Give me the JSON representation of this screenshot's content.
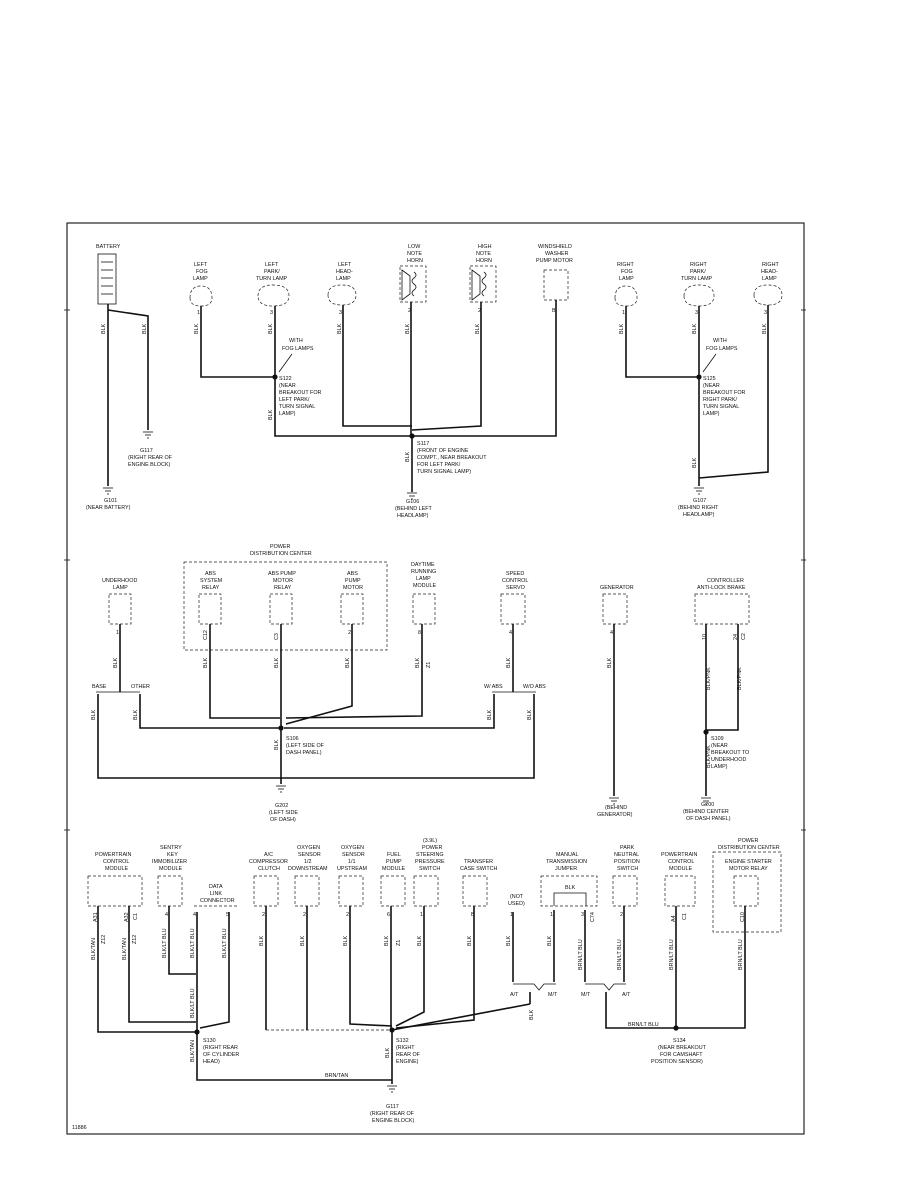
{
  "figure_id": "11886",
  "frame_labels": {
    "top": "",
    "left": "",
    "right": "",
    "bottom": ""
  },
  "top_section": {
    "battery": "BATTERY",
    "battery_cable_left": "BLK",
    "battery_cable_right": "BLK",
    "g117_a": "G117",
    "g117_a_desc_1": "(RIGHT REAR OF",
    "g117_a_desc_2": "ENGINE BLOCK)",
    "g101": "G101",
    "g101_desc": "(NEAR BATTERY)",
    "left_fog_1": "LEFT",
    "left_fog_2": "FOG",
    "left_fog_3": "LAMP",
    "left_fog_pin": "1",
    "left_fog_wire": "BLK",
    "left_park_1": "LEFT",
    "left_park_2": "PARK/",
    "left_park_3": "TURN LAMP",
    "left_park_pin": "3",
    "left_park_wire": "BLK",
    "with_fog_1": "WITH",
    "with_fog_2": "FOG LAMPS",
    "s122": "S122",
    "s122_desc_1": "(NEAR",
    "s122_desc_2": "BREAKOUT FOR",
    "s122_desc_3": "LEFT PARK/",
    "s122_desc_4": "TURN SIGNAL",
    "s122_desc_5": "LAMP)",
    "s122_wire": "BLK",
    "left_head_1": "LEFT",
    "left_head_2": "HEAD-",
    "left_head_3": "LAMP",
    "left_head_pin": "3",
    "left_head_wire": "BLK",
    "low_horn_1": "LOW",
    "low_horn_2": "NOTE",
    "low_horn_3": "HORN",
    "low_horn_pin": "2",
    "low_horn_wire": "BLK",
    "high_horn_1": "HIGH",
    "high_horn_2": "NOTE",
    "high_horn_3": "HORN",
    "high_horn_pin": "2",
    "high_horn_wire": "BLK",
    "washer_1": "WINDSHIELD",
    "washer_2": "WASHER",
    "washer_3": "PUMP MOTOR",
    "washer_pin": "B",
    "s117": "S117",
    "s117_desc_1": "(FRONT OF ENGINE",
    "s117_desc_2": "COMPT., NEAR BREAKOUT",
    "s117_desc_3": "FOR LEFT PARK/",
    "s117_desc_4": "TURN SIGNAL LAMP)",
    "s117_wire": "BLK",
    "g106": "G106",
    "g106_desc_1": "(BEHIND LEFT",
    "g106_desc_2": "HEADLAMP)",
    "right_fog_1": "RIGHT",
    "right_fog_2": "FOG",
    "right_fog_3": "LAMP",
    "right_fog_pin": "1",
    "right_fog_wire": "BLK",
    "right_park_1": "RIGHT",
    "right_park_2": "PARK/",
    "right_park_3": "TURN LAMP",
    "right_park_pin": "3",
    "right_park_wire": "BLK",
    "right_with_fog_1": "WITH",
    "right_with_fog_2": "FOG LAMPS",
    "s125": "S125",
    "s125_desc_1": "(NEAR",
    "s125_desc_2": "BREAKOUT FOR",
    "s125_desc_3": "RIGHT PARK/",
    "s125_desc_4": "TURN SIGNAL",
    "s125_desc_5": "LAMP)",
    "s125_wire": "BLK",
    "right_head_1": "RIGHT",
    "right_head_2": "HEAD-",
    "right_head_3": "LAMP",
    "right_head_pin": "3",
    "right_head_wire": "BLK",
    "g107": "G107",
    "g107_desc_1": "(BEHIND RIGHT",
    "g107_desc_2": "HEADLAMP)"
  },
  "middle_section": {
    "pdc_1": "POWER",
    "pdc_2": "DISTRIBUTION CENTER",
    "underhood_1": "UNDERHOOD",
    "underhood_2": "LAMP",
    "underhood_pin": "1",
    "underhood_wire": "BLK",
    "base": "BASE",
    "other": "OTHER",
    "base_wire": "BLK",
    "other_wire": "BLK",
    "abs_sys_1": "ABS",
    "abs_sys_2": "SYSTEM",
    "abs_sys_3": "RELAY",
    "abs_sys_pin": "C12",
    "abs_sys_wire": "BLK",
    "abs_pump_relay_1": "ABS PUMP",
    "abs_pump_relay_2": "MOTOR",
    "abs_pump_relay_3": "RELAY",
    "abs_pump_relay_pin": "C3",
    "abs_pump_relay_wire": "BLK",
    "abs_pump_motor_1": "ABS",
    "abs_pump_motor_2": "PUMP",
    "abs_pump_motor_3": "MOTOR",
    "abs_pump_motor_pin": "2",
    "abs_pump_motor_wire": "BLK",
    "drl_1": "DAYTIME",
    "drl_2": "RUNNING",
    "drl_3": "LAMP",
    "drl_4": "MODULE",
    "drl_pin": "8",
    "drl_wire": "BLK",
    "drl_circuit": "Z1",
    "speed_1": "SPEED",
    "speed_2": "CONTROL",
    "speed_3": "SERVO",
    "speed_pin": "4",
    "speed_wire": "BLK",
    "w_abs": "W/ ABS",
    "wo_abs": "W/O ABS",
    "w_abs_wire": "BLK",
    "wo_abs_wire": "BLK",
    "s106": "S106",
    "s106_desc_1": "(LEFT SIDE OF",
    "s106_desc_2": "DASH PANEL)",
    "s106_wire": "BLK",
    "g202": "G202",
    "g202_desc_1": "(LEFT SIDE",
    "g202_desc_2": "OF DASH)",
    "generator": "GENERATOR",
    "generator_pin": "4",
    "generator_wire": "BLK",
    "gen_ground_desc_1": "(BEHIND",
    "gen_ground_desc_2": "GENERATOR)",
    "cab_1": "CONTROLLER",
    "cab_2": "ANTI-LOCK BRAKE",
    "cab_pin_a": "10",
    "cab_pin_b": "24",
    "cab_pin_c": "C2",
    "cab_wire_a": "BLK/PNK",
    "cab_wire_b": "BLK/PNK",
    "s109": "S109",
    "s109_desc_1": "(NEAR",
    "s109_desc_2": "BREAKOUT TO",
    "s109_desc_3": "UNDERHOOD",
    "s109_desc_4": "LAMP)",
    "s109_wire": "BLK/PNK",
    "g200": "G200",
    "g200_desc_1": "(BEHIND CENTER",
    "g200_desc_2": "OF DASH PANEL)"
  },
  "bottom_section": {
    "pcm_1": "POWERTRAIN",
    "pcm_2": "CONTROL",
    "pcm_3": "MODULE",
    "pcm_pin_a": "A31",
    "pcm_pin_b": "A32",
    "pcm_pin_c": "C1",
    "pcm_wire_a": "BLK/TAN",
    "pcm_wire_b": "BLK/TAN",
    "pcm_circuit_a": "Z12",
    "pcm_circuit_b": "Z12",
    "skim_1": "SENTRY",
    "skim_2": "KEY",
    "skim_3": "IMMOBILIZER",
    "skim_4": "MODULE",
    "skim_pin": "4",
    "skim_wire": "BLK/LT BLU",
    "dlc_1": "DATA",
    "dlc_2": "LINK",
    "dlc_3": "CONNECTOR",
    "dlc_pin_a": "4",
    "dlc_pin_b": "5",
    "dlc_wire_a": "BLK/LT BLU",
    "dlc_wire_b": "BLK/LT BLU",
    "dlc_wire_c": "BLK/LT BLU",
    "s130": "S130",
    "s130_desc_1": "(RIGHT REAR",
    "s130_desc_2": "OF CYLINDER",
    "s130_desc_3": "HEAD)",
    "s130_wire": "BLK/TAN",
    "ac_1": "A/C",
    "ac_2": "COMPRESSOR",
    "ac_3": "CLUTCH",
    "ac_pin": "2",
    "ac_wire": "BLK",
    "o2_down_1": "OXYGEN",
    "o2_down_2": "SENSOR",
    "o2_down_3": "1/2",
    "o2_down_4": "DOWNSTREAM",
    "o2_down_pin": "2",
    "o2_down_wire": "BLK",
    "o2_up_1": "OXYGEN",
    "o2_up_2": "SENSOR",
    "o2_up_3": "1/1",
    "o2_up_4": "UPSTREAM",
    "o2_up_pin": "2",
    "o2_up_wire": "BLK",
    "fuel_1": "FUEL",
    "fuel_2": "PUMP",
    "fuel_3": "MODULE",
    "fuel_pin": "6",
    "fuel_wire": "BLK",
    "fuel_circuit": "Z1",
    "ps_1": "(3.9L)",
    "ps_2": "POWER",
    "ps_3": "STEERING",
    "ps_4": "PRESSURE",
    "ps_5": "SWITCH",
    "ps_pin": "1",
    "ps_wire": "BLK",
    "transfer_1": "TRANSFER",
    "transfer_2": "CASE SWITCH",
    "transfer_pin": "B",
    "transfer_wire": "BLK",
    "s132": "S132",
    "s132_desc_1": "(RIGHT",
    "s132_desc_2": "REAR OF",
    "s132_desc_3": "ENGINE)",
    "s132_wire": "BLK",
    "g117": "G117",
    "g117_desc_1": "(RIGHT REAR OF",
    "g117_desc_2": "ENGINE BLOCK)",
    "brn_tan": "BRN/TAN",
    "not_used_1": "(NOT",
    "not_used_2": "USED)",
    "not_used_pin": "1",
    "not_used_wire": "BLK",
    "mtj_1": "MANUAL",
    "mtj_2": "TRANSMISSION",
    "mtj_3": "JUMPER",
    "mtj_blk": "BLK",
    "mtj_pin_a": "1",
    "mtj_pin_b": "3",
    "mtj_wire_a": "BLK",
    "mtj_wire_b": "BRN/LT BLU",
    "mtj_circuit": "C74",
    "at_left": "A/T",
    "mt_left": "M/T",
    "mt_right": "M/T",
    "at_right": "A/T",
    "at_wire": "BLK",
    "pnp_1": "PARK",
    "pnp_2": "NEUTRAL",
    "pnp_3": "POSITION",
    "pnp_4": "SWITCH",
    "pnp_pin": "2",
    "pnp_wire": "BRN/LT BLU",
    "pcm2_1": "POWERTRAIN",
    "pcm2_2": "CONTROL",
    "pcm2_3": "MODULE",
    "pcm2_pin_a": "A4",
    "pcm2_pin_b": "C1",
    "pcm2_wire": "BRN/LT BLU",
    "pdc2_1": "POWER",
    "pdc2_2": "DISTRIBUTION CENTER",
    "starter_1": "ENGINE STARTER",
    "starter_2": "MOTOR RELAY",
    "starter_pin": "C10",
    "starter_wire": "BRN/LT BLU",
    "brn_lt_blu": "BRN/LT BLU",
    "s134": "S134",
    "s134_desc_1": "(NEAR BREAKOUT",
    "s134_desc_2": "FOR CAMSHAFT",
    "s134_desc_3": "POSITION SENSOR)"
  }
}
